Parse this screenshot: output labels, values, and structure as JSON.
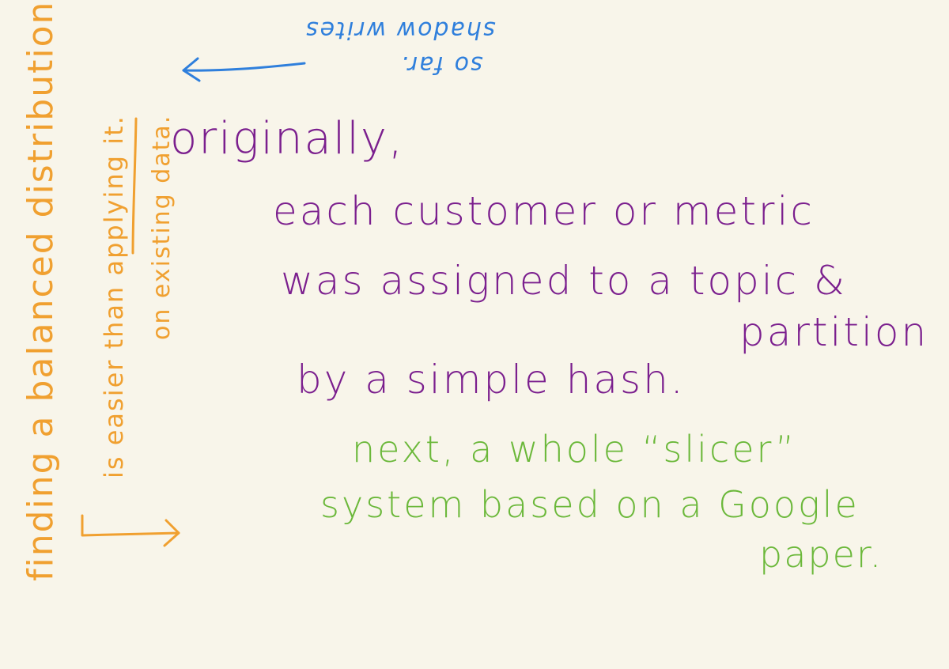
{
  "colors": {
    "background": "#f8f5ea",
    "purple": "#7b1f8e",
    "green": "#6bb83a",
    "blue": "#2f7fdc",
    "orange": "#f0a030"
  },
  "purple_note": {
    "line1": "originally,",
    "line2": "each customer or metric",
    "line3": "was assigned to a topic &",
    "line4": "partition",
    "line5": "by a simple hash."
  },
  "green_note": {
    "line1": "next, a whole “slicer”",
    "line2": "system based on a Google",
    "line3": "paper."
  },
  "blue_note": {
    "line1": "shadow writes",
    "line2": "so far."
  },
  "orange_note": {
    "line1": "finding a balanced distribution",
    "line2": "is easier than applying it.",
    "line3": "on existing data."
  }
}
